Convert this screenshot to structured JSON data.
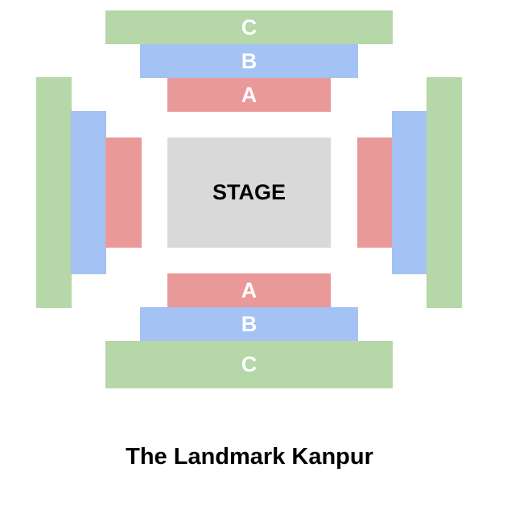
{
  "sections": {
    "top": {
      "c": "C",
      "b": "B",
      "a": "A"
    },
    "bottom": {
      "a": "A",
      "b": "B",
      "c": "C"
    }
  },
  "stage_label": "STAGE",
  "venue_title": "The Landmark Kanpur",
  "colors": {
    "section_c": "#b6d7a8",
    "section_b": "#a4c2f4",
    "section_a": "#ea9999",
    "stage": "#d9d9d9"
  }
}
